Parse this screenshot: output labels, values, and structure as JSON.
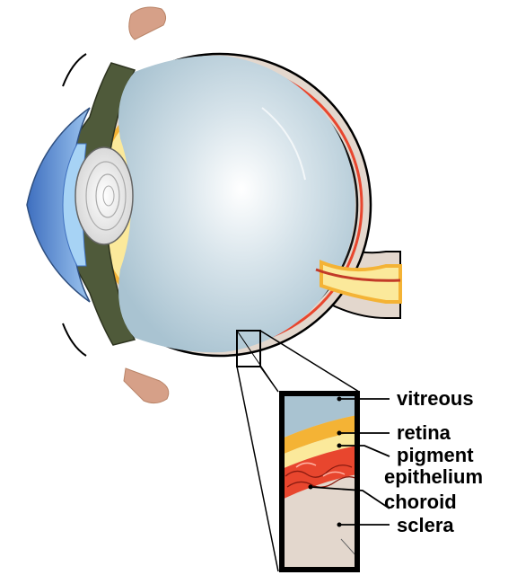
{
  "labels": {
    "vitreous": "vitreous",
    "retina": "retina",
    "pigment": "pigment",
    "epithelium": "epithelium",
    "choroid": "choroid",
    "sclera": "sclera"
  },
  "colors": {
    "sclera": "#e3d7cd",
    "retina": "#f4b335",
    "pigment": "#fbe99b",
    "choroid": "#e8462e",
    "vitreous": "#a9c3d1",
    "cornea": "#5b8fd3",
    "lens": "#f0f0f0",
    "ciliary": "#4f5a3a",
    "muscle": "#d6a088"
  }
}
